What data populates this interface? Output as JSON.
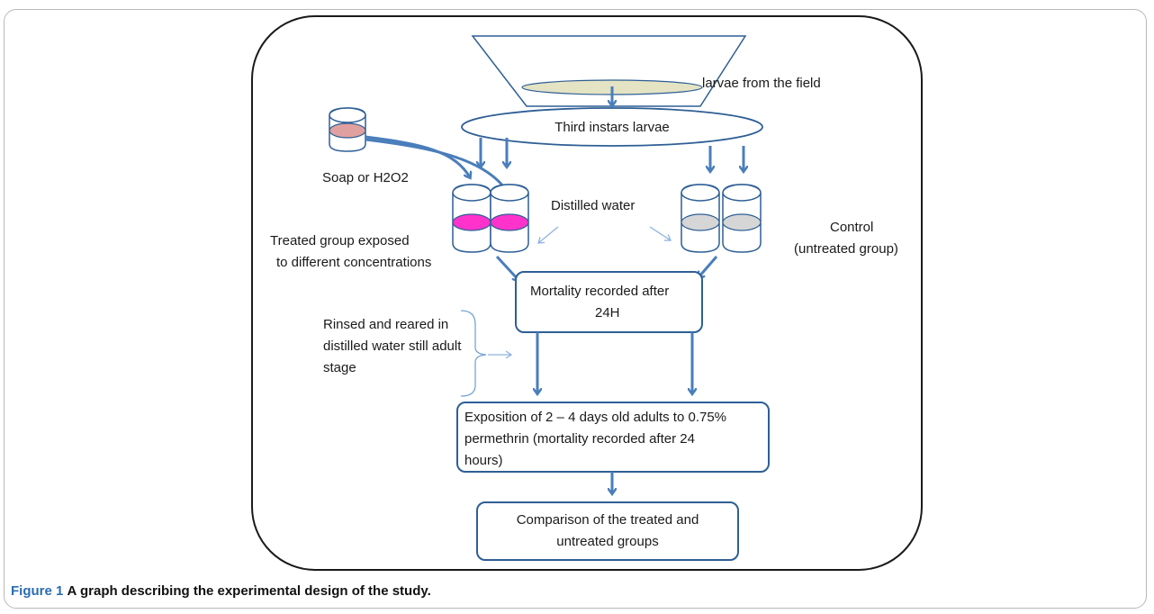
{
  "diagram": {
    "labels": {
      "field_larvae": "larvae from the field",
      "third_instars": "Third instars larvae",
      "soap_h2o2": "Soap or H2O2",
      "distilled_water": "Distilled water",
      "treated_group_line1": "Treated group exposed",
      "treated_group_line2": "to different concentrations",
      "control_line1": "Control",
      "control_line2": "(untreated group)",
      "rinsed_line1": "Rinsed and reared in",
      "rinsed_line2": "distilled water still adult",
      "rinsed_line3": "stage"
    },
    "boxes": {
      "mortality_line1": "Mortality recorded after",
      "mortality_line2": "24H",
      "exposition_line1": "Exposition of 2 – 4 days old  adults to 0.75%",
      "exposition_line2": "permethrin (mortality recorded after 24",
      "exposition_line3": "hours)",
      "comparison_line1": "Comparison of  the treated and",
      "comparison_line2": "untreated groups"
    },
    "colors": {
      "arrow": "#4a7ebb",
      "tray_fill": "#e4e3c4",
      "soap_liquid": "#e0a0a0",
      "treated_liquid": "#ff33cc",
      "control_liquid": "#d6d6d6",
      "outline": "#2e5f95"
    }
  },
  "caption": {
    "figure_number": "Figure 1",
    "text": "A graph describing the experimental design of the study."
  }
}
